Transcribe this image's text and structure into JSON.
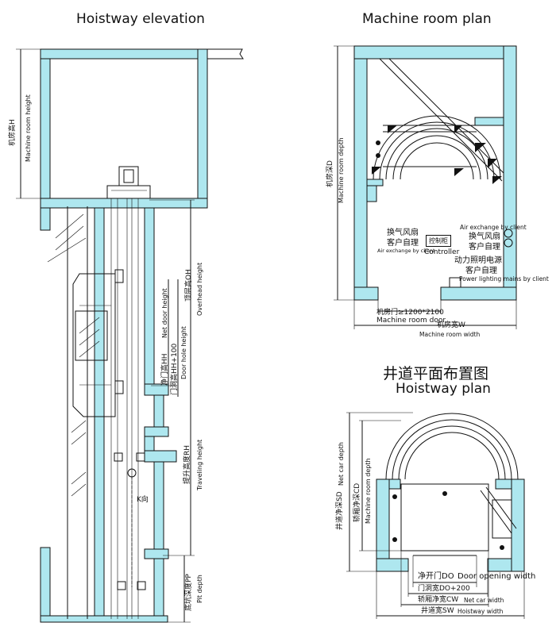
{
  "titles": {
    "hoistway_elevation": "Hoistway elevation",
    "machine_room_plan": "Machine room plan",
    "hoistway_plan_cn": "井道平面布置图",
    "hoistway_plan_en": "Hoistway plan"
  },
  "elevation": {
    "machine_room_height_cn": "机房高H",
    "machine_room_height_en": "Machine room height",
    "overhead_height_cn": "顶层高OH",
    "overhead_height_en": "Overhead height",
    "net_door_height_cn": "净门高HH",
    "net_door_height_en": "Net door height",
    "door_hole_height_cn": "门洞高HH+100",
    "door_hole_height_en": "Door hole height",
    "traveling_height_cn": "提升高度RH",
    "traveling_height_en": "Traveling height",
    "pit_depth_cn": "底坑深度PP",
    "pit_depth_en": "Pit depth",
    "k_label": "K向"
  },
  "machine_room": {
    "depth_cn": "机房深D",
    "depth_en": "Machine room depth",
    "air_exchange_cn": "换气风扇",
    "air_exchange_cn2": "客户自理",
    "air_exchange_en": "Air exchange by client",
    "air_exchange_right_en": "Air exchange by client",
    "air_exchange_right_cn": "换气风扇",
    "air_exchange_right_cn2": "客户自理",
    "controller_cn": "控制柜",
    "controller_en": "Controller",
    "power_cn": "动力照明电源",
    "power_cn2": "客户自理",
    "power_en": "Power lighting mains by client",
    "door_cn": "机房门≥1200*2100",
    "door_en": "Machine room door",
    "width_cn": "机房宽W",
    "width_en": "Machine room width"
  },
  "hoistway_plan": {
    "net_depth_cn": "井道净深SD",
    "net_depth_en": "Net car depth",
    "car_depth_cn": "轿厢净深CD",
    "car_depth_en": "Machine room depth",
    "door_open_cn": "净开门DO",
    "door_open_en": "Door opening width",
    "door_hole_width": "门洞宽DO+200",
    "car_width_cn": "轿厢净宽CW",
    "car_width_en": "Net car width",
    "hoistway_width_cn": "井道宽SW",
    "hoistway_width_en": "Hoistway width"
  },
  "colors": {
    "wall": "#aee7ef",
    "line": "#111111"
  }
}
